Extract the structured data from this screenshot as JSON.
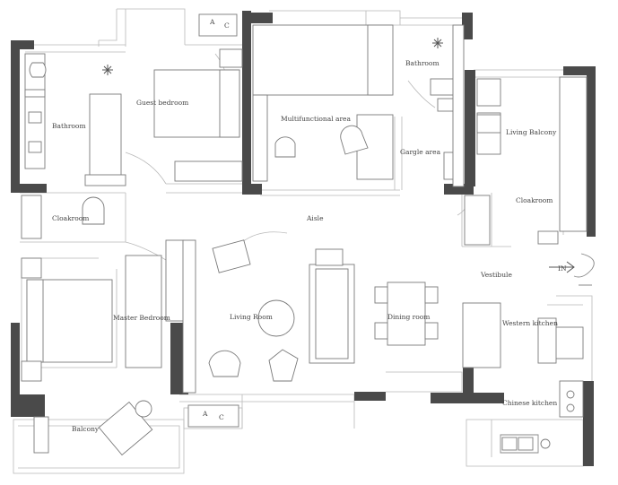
{
  "rooms": {
    "guest_bedroom": "Guest bedroom",
    "bathroom_left": "Bathroom",
    "bathroom_right": "Bathroom",
    "multifunctional": "Multifunctional area",
    "gargle": "Gargle area",
    "living_balcony": "Living Balcony",
    "cloakroom_right": "Cloakroom",
    "cloakroom_left": "Cloakroom",
    "aisle": "Aisle",
    "vestibule": "Vestibule",
    "master_bedroom": "Master Bedroom",
    "living_room": "Living Room",
    "dining_room": "Dining room",
    "western_kitchen": "Western kitchen",
    "chinese_kitchen": "Chinese kitchen",
    "balcony": "Balcony"
  },
  "ac_units": [
    "A",
    "C"
  ],
  "entrance_mark": "IN"
}
